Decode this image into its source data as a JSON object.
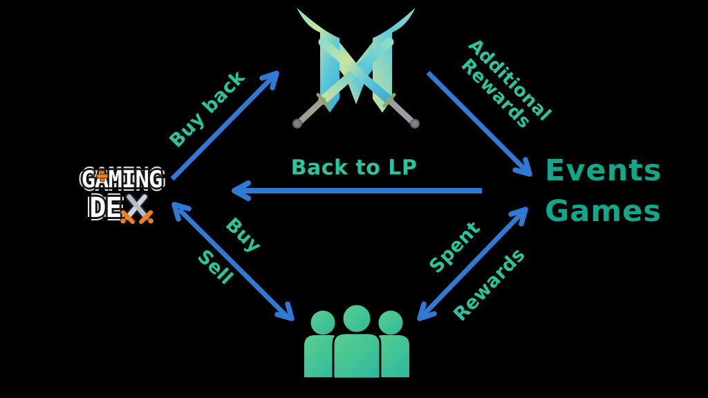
{
  "title": "GamingDEX token flow diagram",
  "colors": {
    "background": "#000000",
    "arrow": "#307ad5",
    "label_teal": "#2bc49e",
    "events_teal": "#12a78a",
    "dex_orange": "#ef7f17",
    "people_light": "#5bcf8e",
    "people_dark": "#2eb89d",
    "logo_aqua": "#8edcc8",
    "logo_yellow": "#c8e49c",
    "logo_sky": "#5fc9da",
    "logo_deep": "#3aa9cf"
  },
  "nodes": {
    "token_logo": {
      "icon": "m-crossed-swords-token-logo"
    },
    "gaming_dex": {
      "line1": "GAMING",
      "line2": "DE",
      "x_icon": "crossed-swords"
    },
    "events_games": {
      "line1": "Events",
      "line2": "Games"
    },
    "users": {
      "icon": "people-group"
    }
  },
  "edges": {
    "buy_back": {
      "label": "Buy back",
      "from": "gaming_dex",
      "to": "token_logo"
    },
    "additional_rewards": {
      "label_line1": "Additional",
      "label_line2": "Rewards",
      "from": "token_logo",
      "to": "events_games"
    },
    "back_to_lp": {
      "label": "Back to LP",
      "from": "events_games",
      "to": "gaming_dex"
    },
    "buy": {
      "label": "Buy",
      "from": "gaming_dex",
      "to": "users",
      "direction": "both"
    },
    "sell": {
      "label": "Sell",
      "from": "users",
      "to": "gaming_dex",
      "direction": "both"
    },
    "spent": {
      "label": "Spent",
      "from": "users",
      "to": "events_games",
      "direction": "both"
    },
    "rewards": {
      "label": "Rewards",
      "from": "events_games",
      "to": "users",
      "direction": "both"
    }
  }
}
